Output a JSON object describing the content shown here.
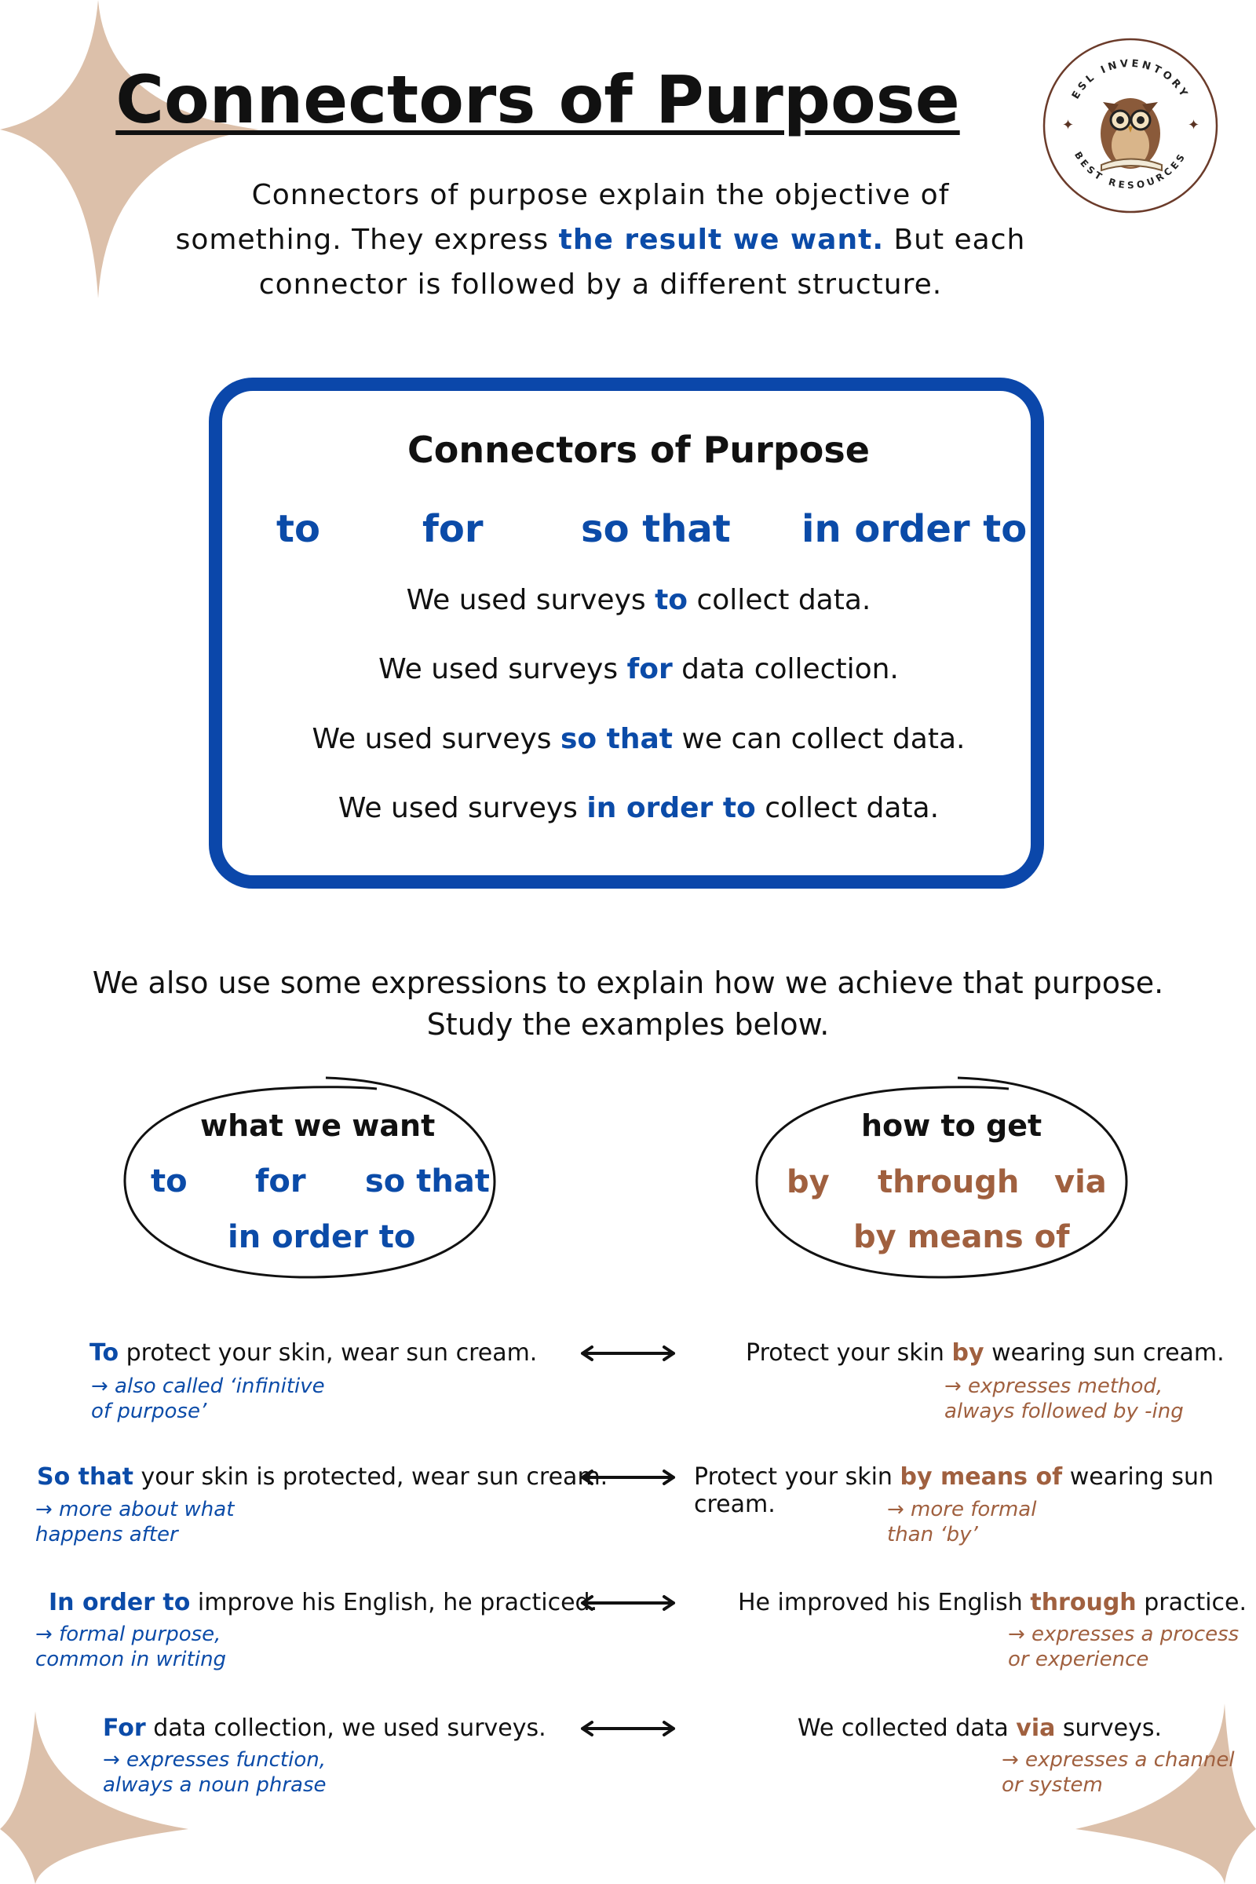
{
  "title": "Connectors of Purpose",
  "intro": {
    "line1": "Connectors of purpose explain the objective of",
    "line2_pre": "something. They express ",
    "line2_hl": "the result we want.",
    "line2_post": " But each",
    "line3": "connector is followed by a different structure."
  },
  "logo": {
    "top_text": "ESL INVENTORY",
    "bottom_text": "BEST RESOURCES"
  },
  "box": {
    "title": "Connectors of Purpose",
    "connectors": [
      "to",
      "for",
      "so that",
      "in order to"
    ],
    "examples": [
      {
        "pre": "We used surveys ",
        "hl": "to",
        "post": " collect data."
      },
      {
        "pre": "We used surveys ",
        "hl": "for",
        "post": " data collection."
      },
      {
        "pre": "We used surveys ",
        "hl": "so that",
        "post": " we can collect data."
      },
      {
        "pre": "We used surveys ",
        "hl": "in order to",
        "post": " collect data."
      }
    ]
  },
  "also": {
    "line1": "We also use some  expressions to explain how we achieve that purpose.",
    "line2": "Study the examples below."
  },
  "oval_left": {
    "title": "what we want",
    "words": [
      "to",
      "for",
      "so that",
      "in order to"
    ]
  },
  "oval_right": {
    "title": "how to get",
    "words": [
      "by",
      "through",
      "via",
      "by means of"
    ]
  },
  "pairs": [
    {
      "left": {
        "hl": "To",
        "rest": " protect your skin, wear sun cream."
      },
      "left_note": [
        "→ also called ‘infinitive",
        "of purpose’"
      ],
      "right": {
        "pre": "Protect your skin ",
        "hl": "by",
        "post": " wearing sun cream."
      },
      "right_note": [
        "→ expresses method,",
        "always followed by -ing"
      ]
    },
    {
      "left": {
        "hl": "So that",
        "rest": " your skin is protected, wear sun cream."
      },
      "left_note": [
        "→ more about what",
        "happens after"
      ],
      "right": {
        "pre": "Protect your skin ",
        "hl": "by means of",
        "post": " wearing sun cream."
      },
      "right_note": [
        "→ more formal",
        "than ‘by’"
      ]
    },
    {
      "left": {
        "hl": "In order to",
        "rest": " improve his English, he practiced."
      },
      "left_note": [
        "→ formal purpose,",
        "common in writing"
      ],
      "right": {
        "pre": "He improved his English ",
        "hl": "through",
        "post": " practice."
      },
      "right_note": [
        "→ expresses a process",
        "or experience"
      ]
    },
    {
      "left": {
        "hl": "For",
        "rest": " data collection, we used surveys."
      },
      "left_note": [
        "→ expresses function,",
        "always a noun phrase"
      ],
      "right": {
        "pre": "We collected data ",
        "hl": "via",
        "post": " surveys."
      },
      "right_note": [
        "→ expresses a channel",
        "or system"
      ]
    }
  ],
  "colors": {
    "blue": "#0b4ba8",
    "brown": "#a0603f",
    "star": "#dcc0aa"
  }
}
